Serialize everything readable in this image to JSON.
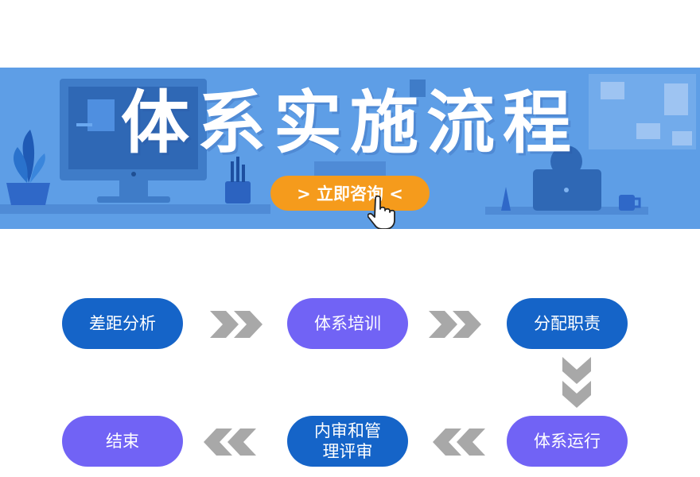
{
  "banner": {
    "title": "体系实施流程",
    "cta_label": "> 立即咨询 <"
  },
  "flow": {
    "steps": [
      {
        "label": "差距分析"
      },
      {
        "label": "体系培训"
      },
      {
        "label": "分配职责"
      },
      {
        "label": "体系运行"
      },
      {
        "label": "内审和管理评审"
      },
      {
        "label": "结束"
      }
    ]
  },
  "icons": [
    "computer-icon",
    "plant-icon",
    "pen-holder-icon",
    "mug-icon",
    "hand-pointer-icon",
    "chevron-right-icon",
    "chevron-down-icon",
    "chevron-left-icon"
  ],
  "colors": {
    "banner_bg": "#5e9ee6",
    "cta": "#f59b1c",
    "step_blue": "#1564c8",
    "step_purple": "#7163f5",
    "arrow_gray": "#a8a8a8"
  }
}
